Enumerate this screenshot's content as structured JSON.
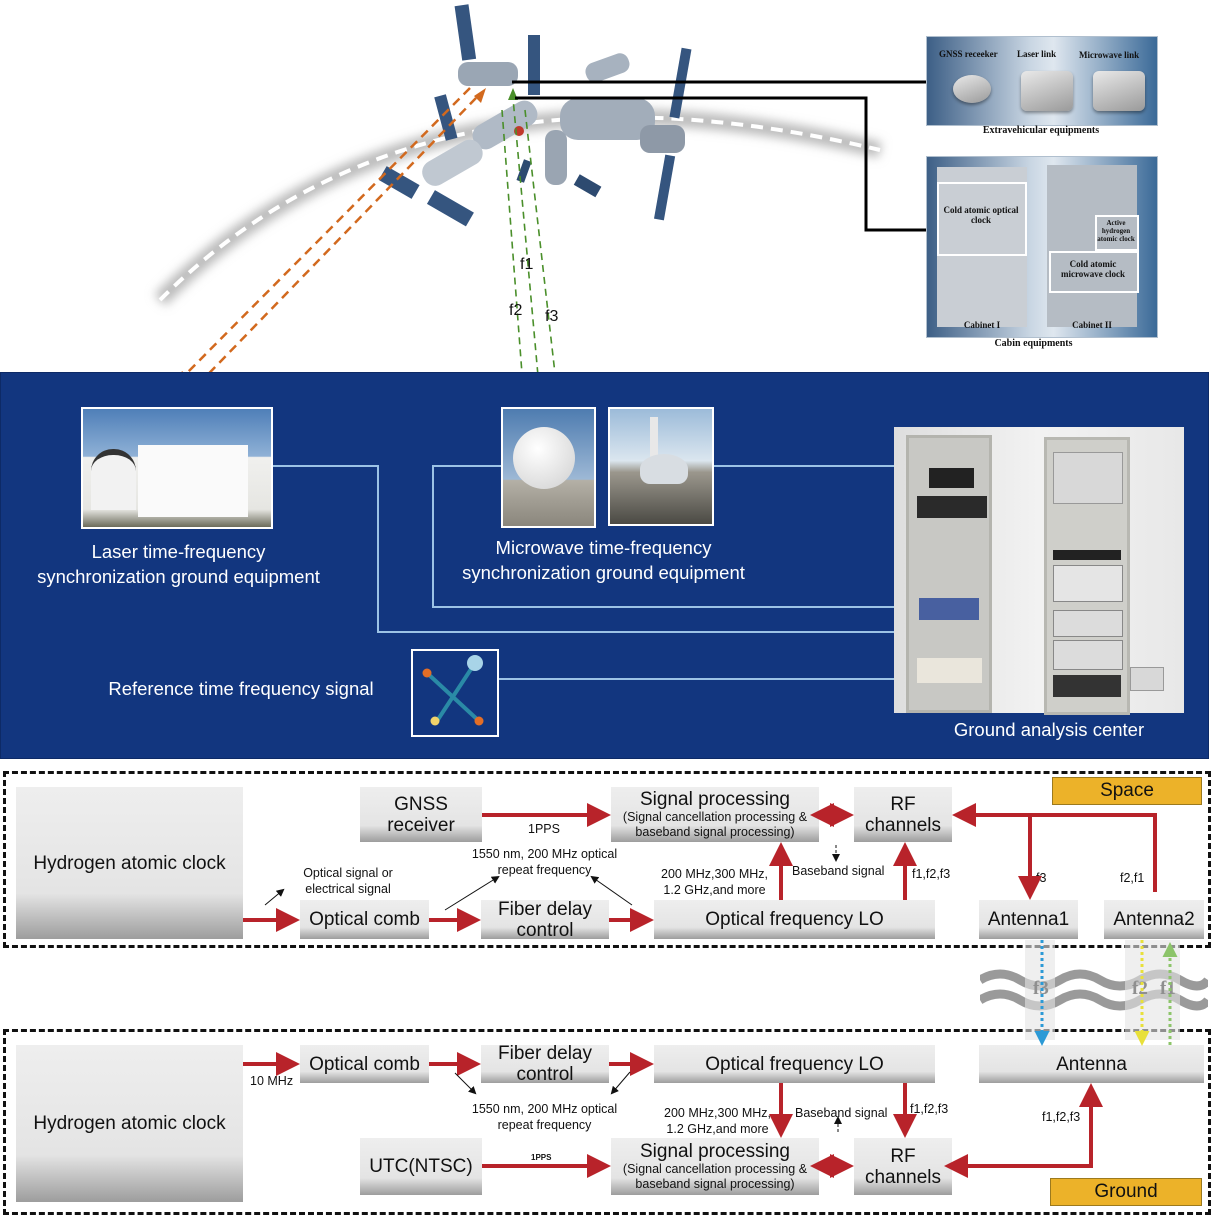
{
  "space_scene": {
    "orbit_label": "orbit-arc",
    "microwave_links": [
      "f1",
      "f2",
      "f3"
    ],
    "extravehicular": {
      "title": "Extravehicular equipments",
      "items": [
        "GNSS receeker",
        "Laser link",
        "Microwave  link"
      ]
    },
    "cabin": {
      "title": "Cabin equipments",
      "cabinets": [
        "Cabinet I",
        "Cabinet II"
      ],
      "modules": [
        "Cold atomic optical clock",
        "Active hydrogen atomic clock",
        "Cold atomic microwave clock"
      ]
    }
  },
  "ground_panel": {
    "laser_station": "Laser time-frequency synchronization ground equipment",
    "laser_station_lines": [
      "Laser time-frequency",
      "synchronization ground equipment"
    ],
    "microwave_station_lines": [
      "Microwave time-frequency",
      "synchronization ground equipment"
    ],
    "reference_signal": "Reference time frequency signal",
    "analysis_center": "Ground analysis center",
    "colors": {
      "background": "#12367f",
      "connector": "#9cc3e6"
    }
  },
  "space_diagram": {
    "tag": "Space",
    "blocks": {
      "clock": "Hydrogen atomic clock",
      "gnss": [
        "GNSS",
        "receiver"
      ],
      "signal_processing": "Signal processing",
      "signal_processing_sub": [
        "(Signal cancellation processing &",
        "baseband signal processing)"
      ],
      "rf": [
        "RF",
        "channels"
      ],
      "comb": "Optical comb",
      "fiber": [
        "Fiber delay",
        "control"
      ],
      "lo": "Optical frequency LO",
      "antenna1": "Antenna1",
      "antenna2": "Antenna2"
    },
    "labels": {
      "pps": "1PPS",
      "optical_signal": [
        "Optical signal or",
        "electrical signal"
      ],
      "repeat": [
        "1550 nm, 200 MHz optical",
        "repeat frequency"
      ],
      "freqs": [
        "200 MHz,300 MHz,",
        "1.2 GHz,and more"
      ],
      "baseband": "Baseband signal",
      "f123": "f1,f2,f3",
      "f3": "f3",
      "f21": "f2,f1"
    }
  },
  "atmosphere": {
    "links": [
      "f3",
      "f2",
      "f1"
    ]
  },
  "ground_diagram": {
    "tag": "Ground",
    "blocks": {
      "clock": "Hydrogen atomic clock",
      "comb": "Optical comb",
      "fiber": [
        "Fiber delay",
        "control"
      ],
      "lo": "Optical frequency LO",
      "antenna": "Antenna",
      "utc": "UTC(NTSC)",
      "signal_processing": "Signal processing",
      "signal_processing_sub": [
        "(Signal cancellation processing &",
        "baseband signal processing)"
      ],
      "rf": [
        "RF",
        "channels"
      ]
    },
    "labels": {
      "mhz10": "10 MHz",
      "repeat": [
        "1550 nm, 200 MHz optical",
        "repeat frequency"
      ],
      "freqs": [
        "200 MHz,300 MHz,",
        "1.2 GHz,and more"
      ],
      "baseband": "Baseband signal",
      "f123_lo": "f1,f2,f3",
      "f123_ant": "f1,f2,f3",
      "pps": "1PPS"
    }
  },
  "colors": {
    "signal_arrow": "#b8232a",
    "laser_link": "#d2691e",
    "microwave_link": "#4a8f2a",
    "tag_fill": "#ecb229",
    "f3_link": "#2c9ad6",
    "f2_link": "#e8e03a",
    "f1_link": "#8cc46a"
  }
}
